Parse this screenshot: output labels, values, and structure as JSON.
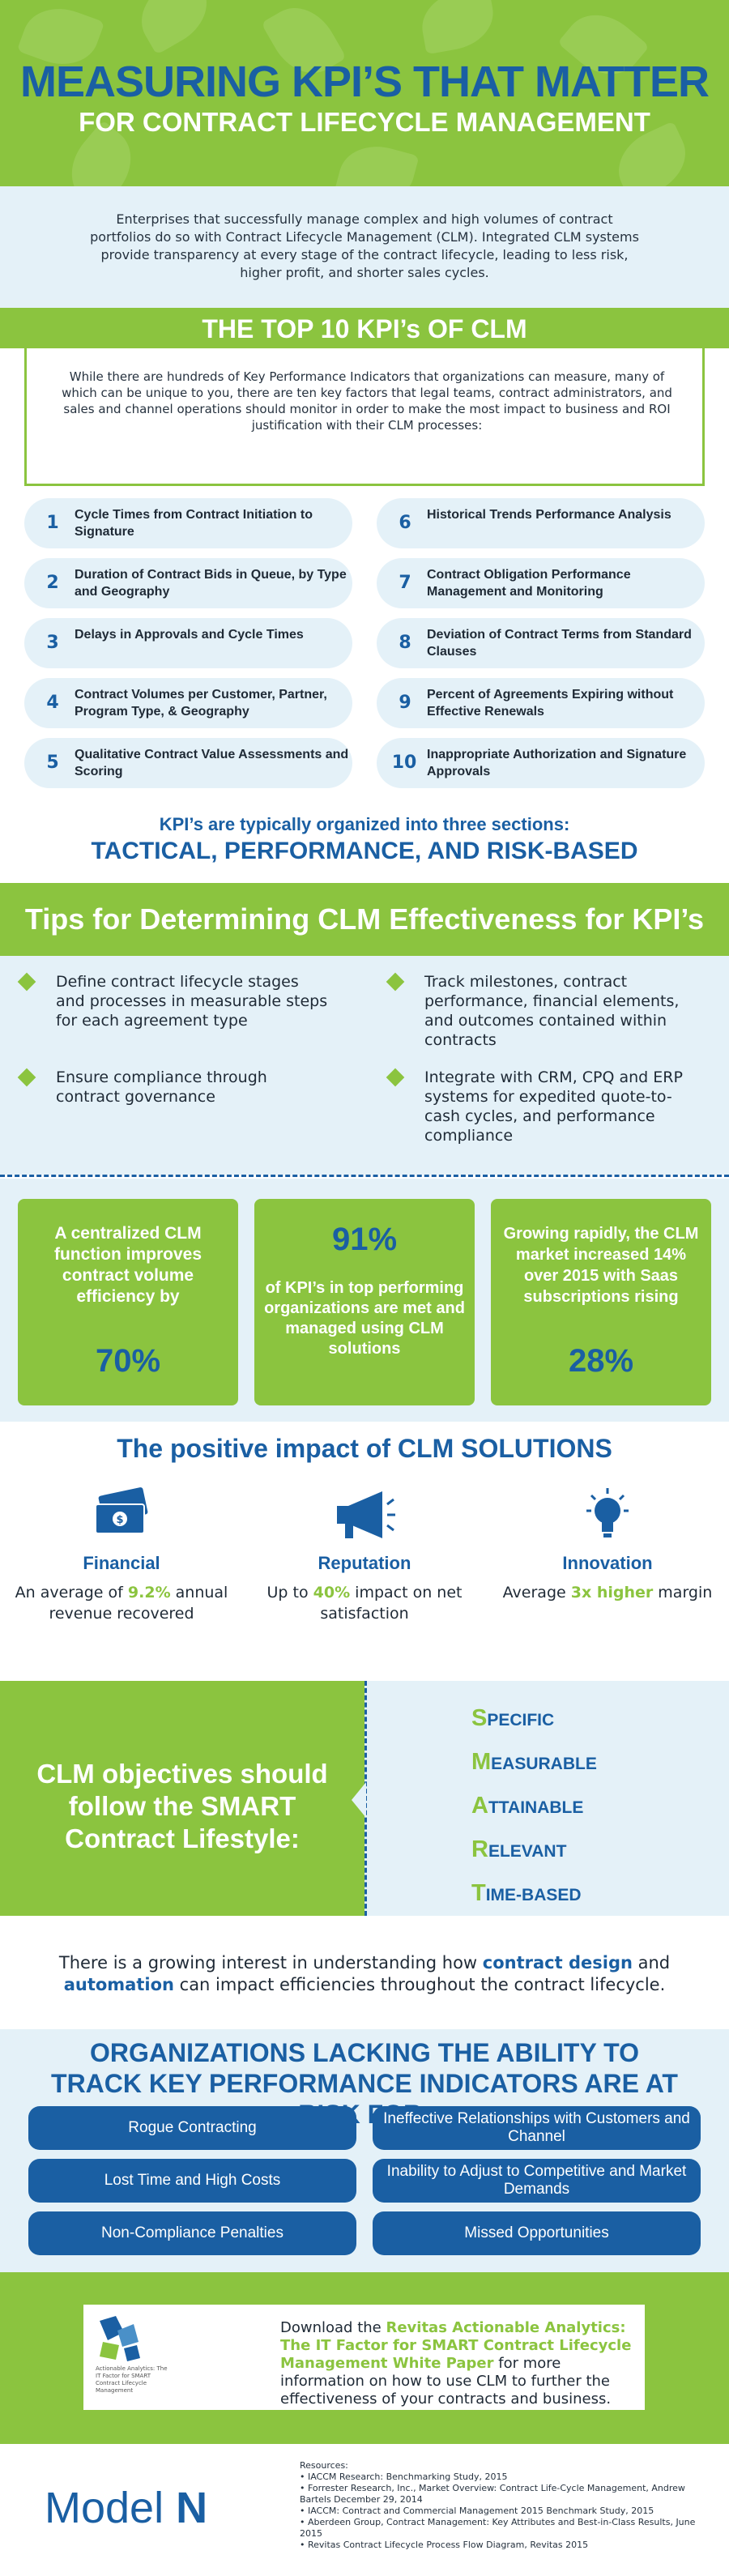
{
  "header": {
    "title": "MEASURING KPI’S THAT MATTER",
    "subtitle": "FOR CONTRACT LIFECYCLE MANAGEMENT"
  },
  "intro": "Enterprises that successfully manage complex and high volumes of contract portfolios do so with Contract Lifecycle Management (CLM). Integrated CLM systems provide transparency at every stage of the contract lifecycle, leading to less risk, higher profit, and shorter sales cycles.",
  "top10": {
    "heading": "THE TOP 10 KPI’s OF CLM",
    "description": "While there are hundreds of Key Performance Indicators that organizations can measure, many of which can be unique to you, there are ten key factors that legal teams, contract administrators, and sales and channel operations should monitor in order to make the most impact to business and ROI justification with their CLM processes:",
    "items": [
      {
        "num": "1",
        "text": "Cycle Times from Contract Initiation to Signature"
      },
      {
        "num": "2",
        "text": "Duration of Contract Bids in Queue, by Type and Geography"
      },
      {
        "num": "3",
        "text": "Delays in Approvals and Cycle Times"
      },
      {
        "num": "4",
        "text": "Contract Volumes per Customer, Partner, Program Type, & Geography"
      },
      {
        "num": "5",
        "text": "Qualitative Contract Value Assessments and Scoring"
      },
      {
        "num": "6",
        "text": "Historical Trends Performance Analysis"
      },
      {
        "num": "7",
        "text": "Contract Obligation Performance Management and Monitoring"
      },
      {
        "num": "8",
        "text": "Deviation of Contract Terms from Standard Clauses"
      },
      {
        "num": "9",
        "text": "Percent of Agreements Expiring without Effective Renewals"
      },
      {
        "num": "10",
        "text": "Inappropriate Authorization and Signature Approvals"
      }
    ]
  },
  "sections": {
    "line1": "KPI’s are typically organized into three sections:",
    "line2": "TACTICAL, PERFORMANCE, AND RISK-BASED"
  },
  "tips": {
    "heading": "Tips for Determining CLM Effectiveness for KPI’s",
    "items": [
      "Define contract lifecycle stages and processes in measurable steps for each agreement type",
      "Ensure compliance through contract governance",
      "Track milestones, contract performance, financial elements, and outcomes contained within contracts",
      "Integrate with CRM, CPQ and ERP systems for expedited quote-to-cash cycles, and performance compliance"
    ]
  },
  "stats": [
    {
      "text": "A centralized CLM function improves contract volume efficiency by",
      "value": "70%"
    },
    {
      "value": "91%",
      "text": "of KPI’s in top performing organizations are met and managed using CLM solutions"
    },
    {
      "text": "Growing rapidly, the CLM market increased 14% over 2015 with Saas subscriptions rising",
      "value": "28%"
    }
  ],
  "impact": {
    "heading": "The positive impact of CLM SOLUTIONS",
    "items": [
      {
        "icon": "money-icon",
        "title": "Financial",
        "pre": "An average of ",
        "highlight": "9.2%",
        "post": " annual revenue recovered"
      },
      {
        "icon": "megaphone-icon",
        "title": "Reputation",
        "pre": "Up to ",
        "highlight": "40%",
        "post": " impact on net satisfaction"
      },
      {
        "icon": "lightbulb-icon",
        "title": "Innovation",
        "pre": "Average ",
        "highlight": "3x higher",
        "post": " margin"
      }
    ]
  },
  "smart": {
    "text": "CLM objectives should follow the SMART Contract Lifestyle:",
    "items": [
      {
        "letter": "S",
        "rest": "PECIFIC"
      },
      {
        "letter": "M",
        "rest": "EASURABLE"
      },
      {
        "letter": "A",
        "rest": "TTAINABLE"
      },
      {
        "letter": "R",
        "rest": "ELEVANT"
      },
      {
        "letter": "T",
        "rest": "IME-BASED"
      }
    ]
  },
  "growth": {
    "pre": "There is a growing interest in understanding how ",
    "b1": "contract design",
    "mid": " and ",
    "b2": "automation",
    "post": " can impact efficiencies throughout the contract lifecycle."
  },
  "risk": {
    "heading": "ORGANIZATIONS LACKING THE ABILITY TO TRACK KEY PERFORMANCE INDICATORS ARE AT RISK FOR:",
    "items": [
      "Rogue Contracting",
      "Ineffective Relationships with Customers and Channel",
      "Lost Time and High Costs",
      "Inability to Adjust to Competitive and Market Demands",
      "Non-Compliance Penalties",
      "Missed Opportunities"
    ]
  },
  "download": {
    "pre": "Download the ",
    "link": "Revitas Actionable Analytics: The IT Factor for SMART Contract Lifecycle Management White Paper",
    "post": " for more information on how to use CLM to further the effectiveness of your contracts and business.",
    "thumb_text": "Actionable Analytics: The IT Factor for SMART Contract Lifecycle Management"
  },
  "footer": {
    "logo_a": "Model",
    "logo_b": "N",
    "resources_label": "Resources:",
    "resources": [
      "• IACCM Research: Benchmarking Study, 2015",
      "• Forrester Research, Inc., Market Overview: Contract Life-Cycle Management, Andrew Bartels December 29, 2014",
      "• IACCM: Contract and Commercial Management 2015 Benchmark Study, 2015",
      "• Aberdeen Group, Contract Management: Key Attributes and Best-in-Class Results, June 2015",
      "• Revitas Contract Lifecycle Process Flow Diagram, Revitas 2015"
    ]
  },
  "colors": {
    "green": "#8bc43f",
    "blue": "#1a5fa3",
    "light": "#e4f1f8"
  }
}
